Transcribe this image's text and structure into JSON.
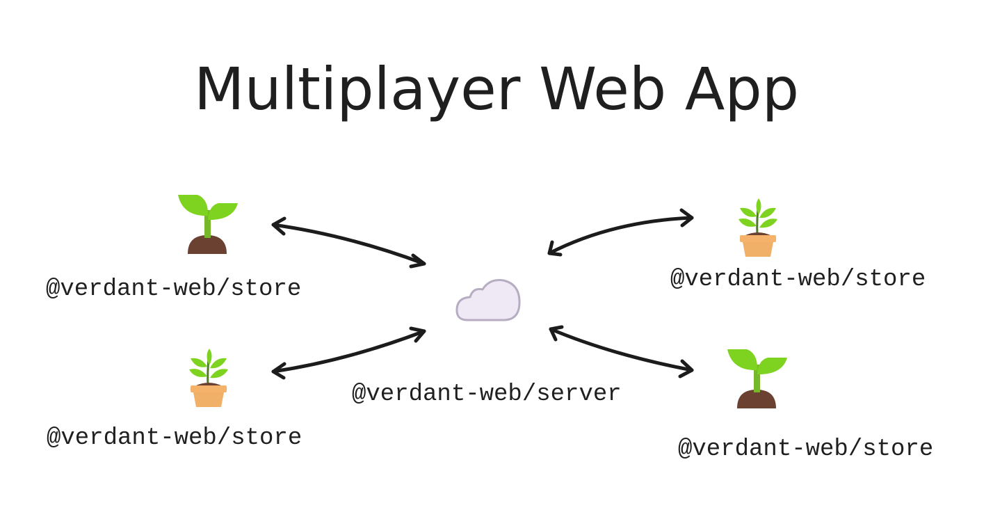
{
  "title": "Multiplayer Web App",
  "server": {
    "label": "@verdant-web/server",
    "icon": "cloud-icon"
  },
  "clients": [
    {
      "label": "@verdant-web/store",
      "icon": "seedling-icon"
    },
    {
      "label": "@verdant-web/store",
      "icon": "potted-plant-icon"
    },
    {
      "label": "@verdant-web/store",
      "icon": "potted-plant-icon"
    },
    {
      "label": "@verdant-web/store",
      "icon": "seedling-icon"
    }
  ],
  "colors": {
    "text": "#1f1f1f",
    "leaf": "#7ed320",
    "stem": "#77b82a",
    "soil": "#6b4232",
    "pot": "#f0b068",
    "cloud_fill": "#efe9f5",
    "cloud_stroke": "#b7adc2",
    "arrow": "#1c1c1c"
  }
}
